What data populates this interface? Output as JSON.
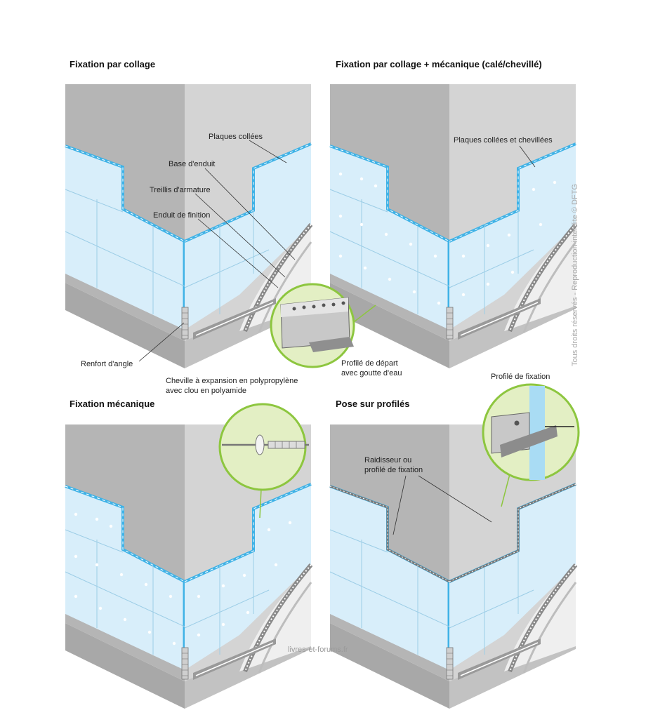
{
  "colors": {
    "wall_left": "#b5b5b5",
    "wall_right": "#d4d4d4",
    "base": "#a8a8a8",
    "insulation": "#d8eefa",
    "edge_blue": "#3fb2e6",
    "inset_green": "#8dc63f",
    "inset_fill": "#e3efc4"
  },
  "panels": [
    {
      "title": "Fixation par collage",
      "labels": {
        "plaques": "Plaques collées",
        "base_enduit": "Base d'enduit",
        "treillis": "Treillis d'armature",
        "enduit_finition": "Enduit de finition",
        "renfort": "Renfort d'angle",
        "profile_depart_1": "Profilé de départ",
        "profile_depart_2": "avec goutte d'eau"
      }
    },
    {
      "title": "Fixation par collage + mécanique (calé/chevillé)",
      "labels": {
        "plaques": "Plaques collées et chevillées"
      }
    },
    {
      "title": "Fixation mécanique",
      "labels": {
        "cheville_1": "Cheville à expansion en polypropylène",
        "cheville_2": "avec clou en polyamide"
      }
    },
    {
      "title": "Pose sur profilés",
      "labels": {
        "profile_fixation": "Profilé de fixation",
        "raidisseur_1": "Raidisseur ou",
        "raidisseur_2": "profilé de fixation"
      }
    }
  ],
  "side_credit": "Tous droits réservés - Reproduction interdite © DFTG",
  "watermark": "livres-et-forums.fr"
}
